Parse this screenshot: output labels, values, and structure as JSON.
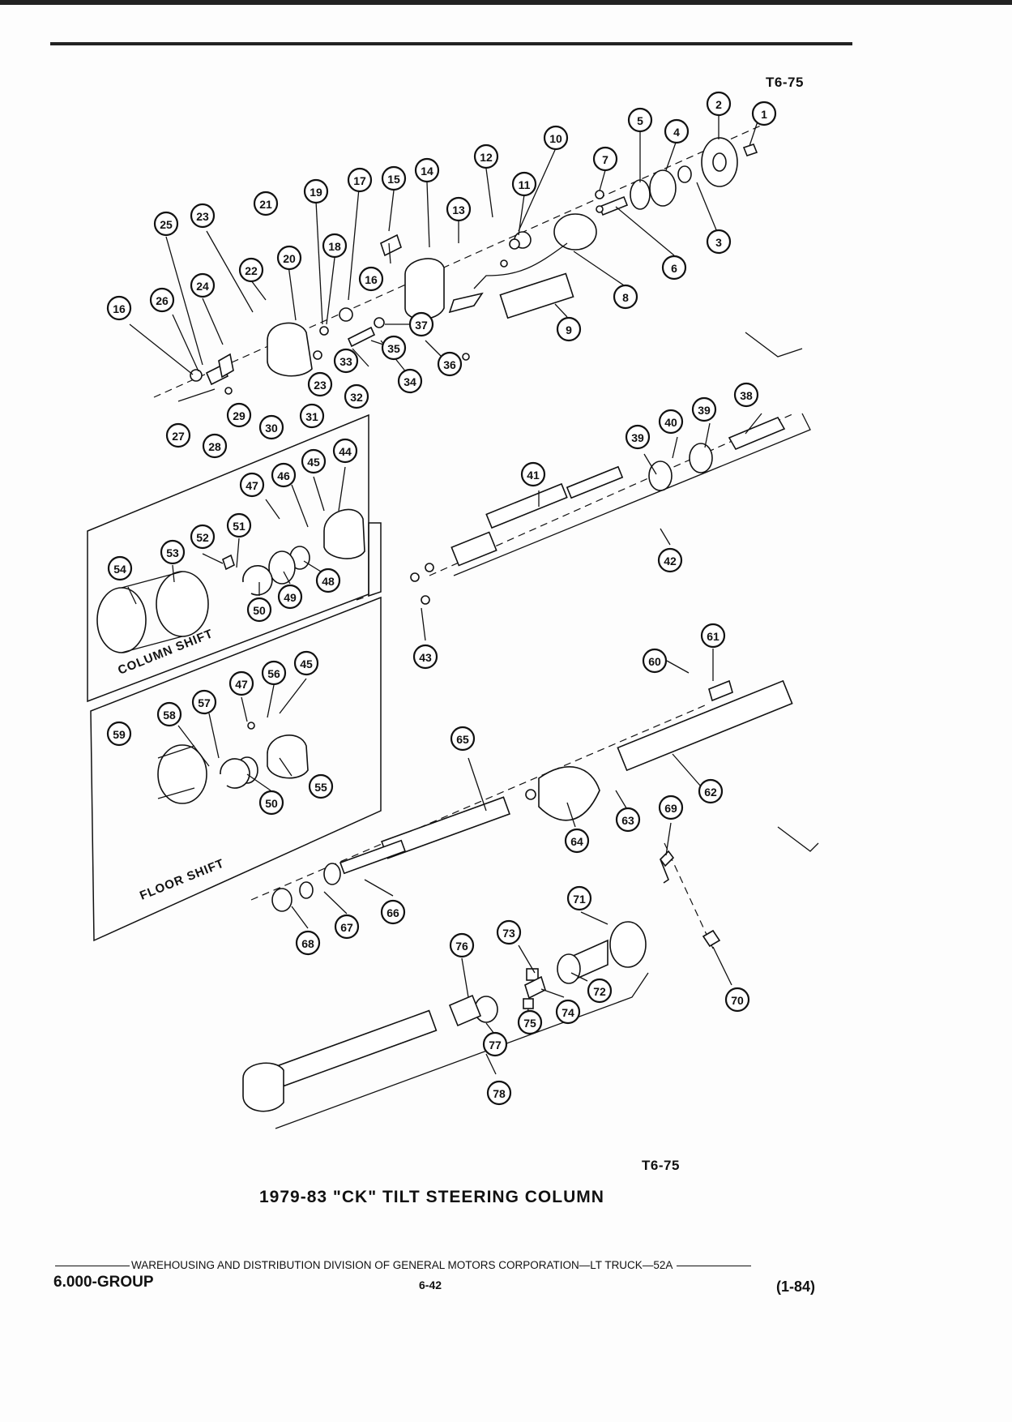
{
  "figure_code_top": "T6-75",
  "figure_code_bottom": "T6-75",
  "caption": "1979-83 \"CK\" TILT STEERING COLUMN",
  "footer": {
    "division": "WAREHOUSING AND DISTRIBUTION DIVISION OF GENERAL MOTORS CORPORATION—LT TRUCK—52A",
    "group": "6.000-GROUP",
    "page": "6-42",
    "date": "(1-84)"
  },
  "panels": {
    "column_shift": "COLUMN SHIFT",
    "floor_shift": "FLOOR SHIFT"
  },
  "callouts": [
    "1",
    "2",
    "3",
    "4",
    "5",
    "6",
    "7",
    "8",
    "9",
    "10",
    "11",
    "12",
    "13",
    "14",
    "15",
    "16",
    "16",
    "17",
    "18",
    "19",
    "20",
    "21",
    "22",
    "23",
    "23",
    "24",
    "25",
    "26",
    "27",
    "28",
    "29",
    "30",
    "31",
    "32",
    "33",
    "34",
    "35",
    "36",
    "37",
    "38",
    "39",
    "39",
    "40",
    "41",
    "42",
    "43",
    "44",
    "45",
    "45",
    "46",
    "47",
    "47",
    "48",
    "49",
    "50",
    "50",
    "51",
    "52",
    "53",
    "54",
    "55",
    "56",
    "57",
    "58",
    "59",
    "60",
    "61",
    "62",
    "63",
    "64",
    "65",
    "66",
    "67",
    "68",
    "69",
    "70",
    "71",
    "72",
    "73",
    "74",
    "75",
    "76",
    "77",
    "78"
  ]
}
